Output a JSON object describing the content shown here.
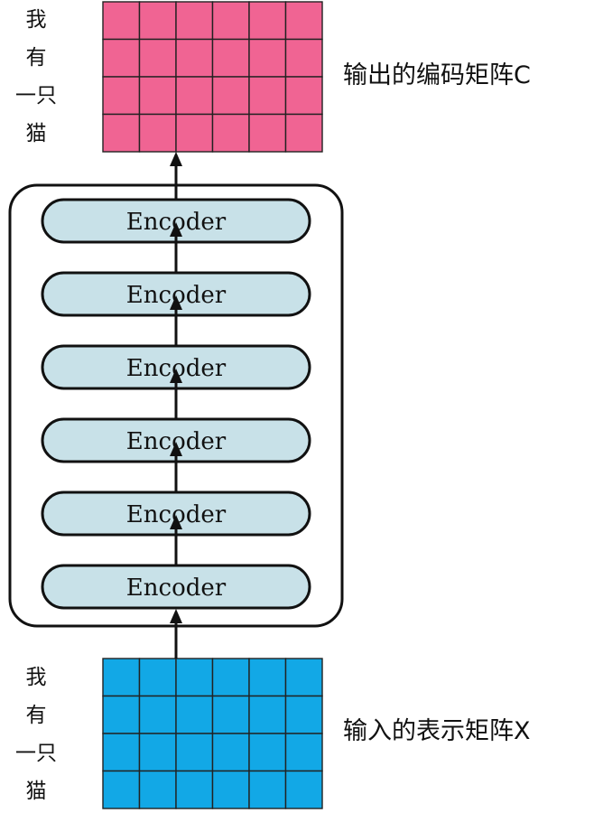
{
  "output_tokens": [
    "我",
    "有",
    "一只",
    "猫"
  ],
  "input_tokens": [
    "我",
    "有",
    "一只",
    "猫"
  ],
  "output_caption": "输出的编码矩阵C",
  "input_caption": "输入的表示矩阵X",
  "encoders": [
    "Encoder",
    "Encoder",
    "Encoder",
    "Encoder",
    "Encoder",
    "Encoder"
  ],
  "output_matrix": {
    "rows": 4,
    "cols": 6,
    "color": "#f06493"
  },
  "input_matrix": {
    "rows": 4,
    "cols": 6,
    "color": "#12a8e6"
  }
}
